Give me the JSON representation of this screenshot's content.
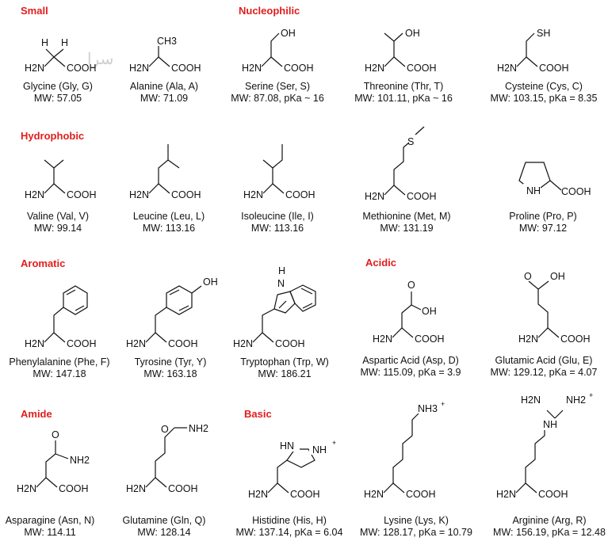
{
  "categories": {
    "small": "Small",
    "nucleophilic": "Nucleophilic",
    "hydrophobic": "Hydrophobic",
    "aromatic": "Aromatic",
    "acidic": "Acidic",
    "amide": "Amide",
    "basic": "Basic"
  },
  "watermark": "سرا",
  "labels": {
    "h2n": "H2N",
    "cooh": "COOH",
    "oh": "OH",
    "sh": "SH",
    "s": "S",
    "h": "H",
    "nh": "NH",
    "hn": "HN",
    "n": "N",
    "nh2": "NH2",
    "nh3": "NH3",
    "ch3": "CH3",
    "o": "O",
    "plus": "+"
  },
  "amino_acids": [
    {
      "id": "glycine",
      "name": "Glycine (Gly, G)",
      "mw": "MW: 57.05"
    },
    {
      "id": "alanine",
      "name": "Alanine (Ala, A)",
      "mw": "MW: 71.09"
    },
    {
      "id": "serine",
      "name": "Serine (Ser, S)",
      "mw": "MW: 87.08, pKa ~ 16"
    },
    {
      "id": "threonine",
      "name": "Threonine (Thr, T)",
      "mw": "MW: 101.11, pKa ~ 16"
    },
    {
      "id": "cysteine",
      "name": "Cysteine (Cys, C)",
      "mw": "MW: 103.15, pKa = 8.35"
    },
    {
      "id": "valine",
      "name": "Valine (Val, V)",
      "mw": "MW: 99.14"
    },
    {
      "id": "leucine",
      "name": "Leucine (Leu, L)",
      "mw": "MW: 113.16"
    },
    {
      "id": "isoleucine",
      "name": "Isoleucine (Ile, I)",
      "mw": "MW: 113.16"
    },
    {
      "id": "methionine",
      "name": "Methionine (Met, M)",
      "mw": "MW: 131.19"
    },
    {
      "id": "proline",
      "name": "Proline (Pro, P)",
      "mw": "MW: 97.12"
    },
    {
      "id": "phenylalanine",
      "name": "Phenylalanine (Phe, F)",
      "mw": "MW: 147.18"
    },
    {
      "id": "tyrosine",
      "name": "Tyrosine (Tyr, Y)",
      "mw": "MW: 163.18"
    },
    {
      "id": "tryptophan",
      "name": "Tryptophan (Trp, W)",
      "mw": "MW: 186.21"
    },
    {
      "id": "aspartic-acid",
      "name": "Aspartic Acid (Asp, D)",
      "mw": "MW: 115.09, pKa = 3.9"
    },
    {
      "id": "glutamic-acid",
      "name": "Glutamic Acid (Glu, E)",
      "mw": "MW: 129.12, pKa = 4.07"
    },
    {
      "id": "asparagine",
      "name": "Asparagine (Asn, N)",
      "mw": "MW: 114.11"
    },
    {
      "id": "glutamine",
      "name": "Glutamine (Gln, Q)",
      "mw": "MW: 128.14"
    },
    {
      "id": "histidine",
      "name": "Histidine (His, H)",
      "mw": "MW: 137.14, pKa = 6.04"
    },
    {
      "id": "lysine",
      "name": "Lysine (Lys, K)",
      "mw": "MW: 128.17, pKa = 10.79"
    },
    {
      "id": "arginine",
      "name": "Arginine (Arg, R)",
      "mw": "MW: 156.19, pKa = 12.48"
    }
  ]
}
